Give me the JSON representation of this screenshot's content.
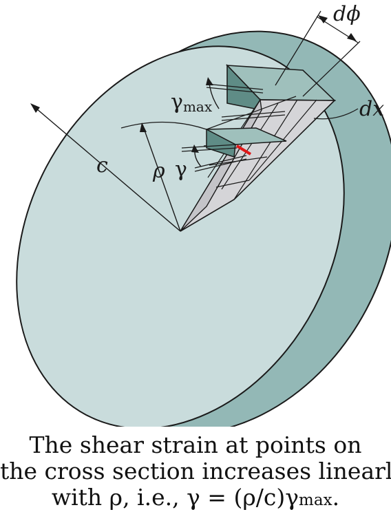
{
  "labels": {
    "c": "c",
    "rho": "ρ",
    "gamma": "γ",
    "gamma_max_symbol": "γ",
    "gamma_max_subscript": "max",
    "d_phi": "dϕ",
    "dx": "dx"
  },
  "caption": {
    "line1": "The shear strain at points on",
    "line2": "the cross section increases linearly",
    "line3_prefix": "with ρ, i.e., γ = (ρ/c)γ",
    "line3_subscript": "max",
    "line3_suffix": "."
  },
  "colors": {
    "face": "#c9dcdc",
    "rim": "#93b8b6",
    "element_dark": "#5f8c86",
    "element_light": "#d5d5d8",
    "element_mid": "#c4c4c8",
    "highlight": "#e01818",
    "ink": "#1a1a1a"
  }
}
